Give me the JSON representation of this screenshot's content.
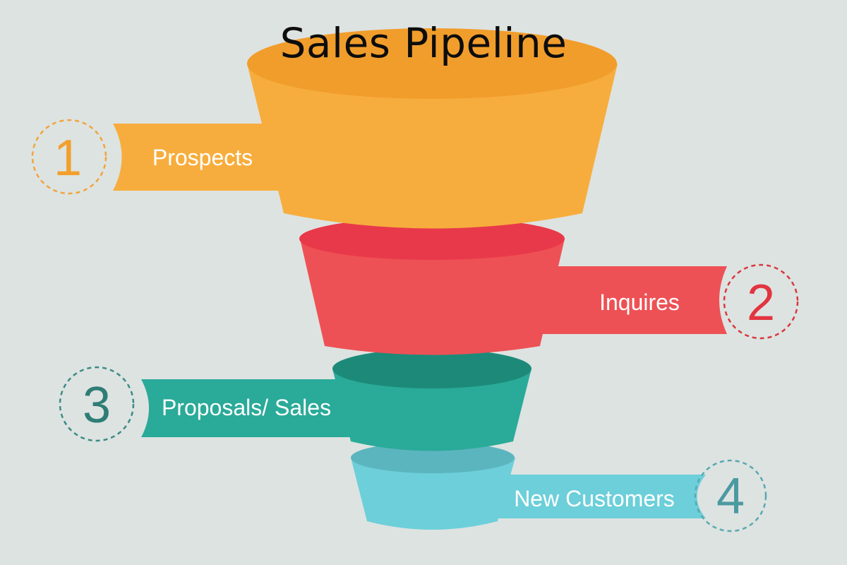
{
  "title": "Sales Pipeline",
  "colors": {
    "background": "#dde3e1",
    "orange": "#f7ad3d",
    "orange_top": "#f19d2c",
    "red": "#ee5155",
    "red_top": "#e8394a",
    "teal": "#2aaa99",
    "teal_top": "#1d8a79",
    "lightblue": "#6ccfd9",
    "lightblue_top": "#5bb5bf"
  },
  "stages": [
    {
      "number": "1",
      "label": "Prospects",
      "color": "orange"
    },
    {
      "number": "2",
      "label": "Inquires",
      "color": "red"
    },
    {
      "number": "3",
      "label": "Proposals/ Sales",
      "color": "teal"
    },
    {
      "number": "4",
      "label": "New Customers",
      "color": "lightblue"
    }
  ]
}
